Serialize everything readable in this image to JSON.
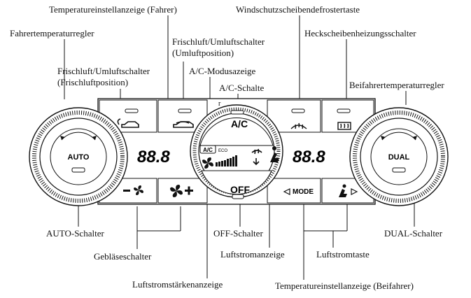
{
  "labels": {
    "temp_display_driver": "Temperatureinstellanzeige (Fahrer)",
    "windshield_defrost": "Windschutzscheibendefrostertaste",
    "driver_temp_control": "Fahrertemperaturregler",
    "recirc_recirc_line1": "Frischluft/Umluftschalter",
    "recirc_recirc_line2": "(Umluftposition)",
    "rear_defrost": "Heckscheibenheizungsschalter",
    "recirc_fresh_line1": "Frischluft/Umluftschalter",
    "recirc_fresh_line2": "(Frischluftposition)",
    "ac_mode_indicator": "A/C-Modusazeige",
    "ac_switch": "A/C-Schalte",
    "passenger_temp_control": "Beifahrertemperaturregler",
    "auto_switch": "AUTO-Schalter",
    "dual_switch": "DUAL-Schalter",
    "off_switch": "OFF-Schalter",
    "blower_switch": "Gebläseschalter",
    "airflow_indicator": "Luftstromanzeige",
    "airflow_button": "Luftstromtaste",
    "airflow_strength": "Luftstromstärkenanzeige",
    "temp_display_passenger": "Temperatureinstellanzeige (Beifahrer)"
  },
  "panel": {
    "auto": "AUTO",
    "dual": "DUAL",
    "ac": "A/C",
    "off": "OFF",
    "mode": "MODE",
    "temp_left": "88.8",
    "temp_right": "88.8",
    "ac_small": "A/C",
    "eco": "ECO",
    "r_mark": "r"
  }
}
